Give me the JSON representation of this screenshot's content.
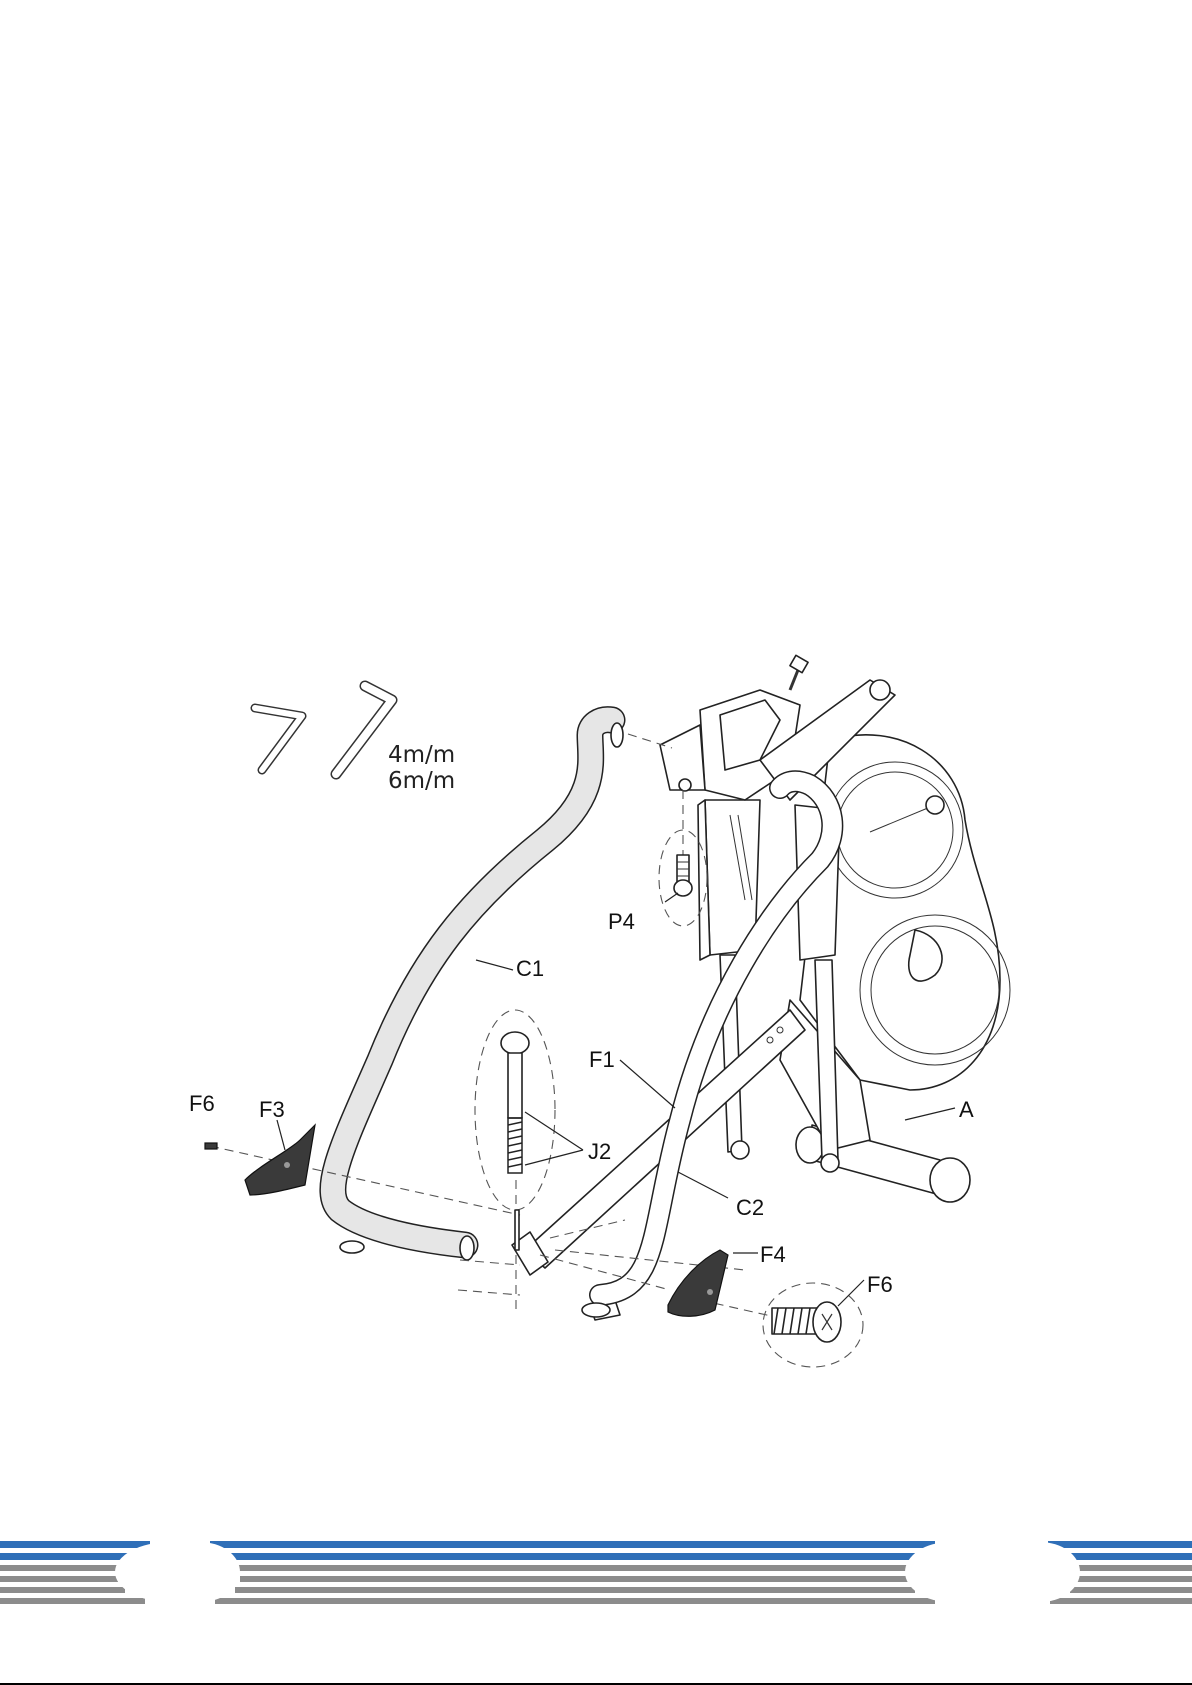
{
  "tools": {
    "hex_key_small": "4m/m",
    "hex_key_large": "6m/m"
  },
  "parts": {
    "c1": "C1",
    "c2": "C2",
    "f1": "F1",
    "f3": "F3",
    "f4": "F4",
    "f6_left": "F6",
    "f6_right": "F6",
    "j2": "J2",
    "p4": "P4",
    "a": "A"
  },
  "colors": {
    "stripe_blue": "#2f6fb8",
    "stripe_grey": "#8c8c8c",
    "tube_fill": "#e6e6e6",
    "cover_dark": "#3a3a3a"
  }
}
